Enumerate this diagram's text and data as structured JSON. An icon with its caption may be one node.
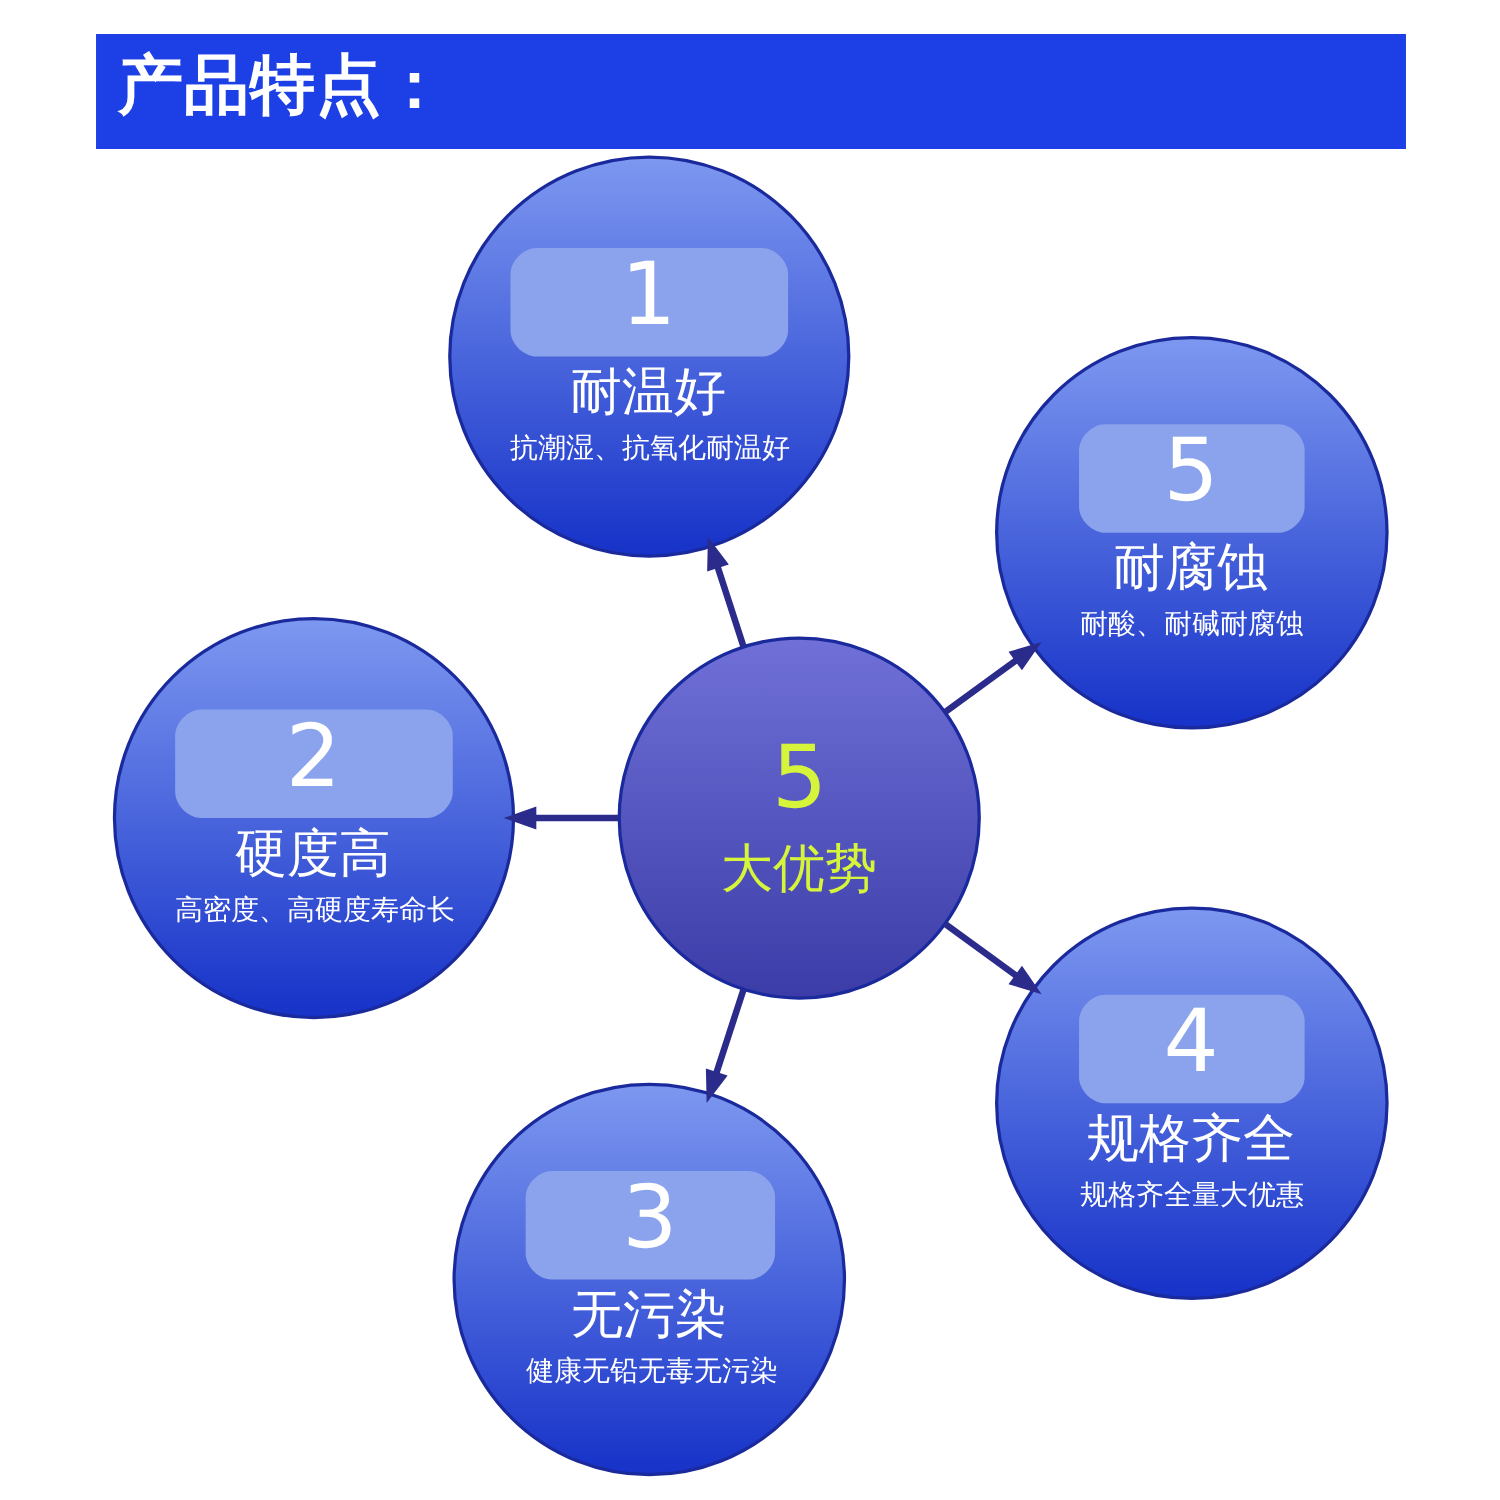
{
  "diagram": {
    "title": "产品特点：",
    "nodes": [
      {
        "text": [
          "1",
          "耐温好",
          "抗潮湿、抗氧化耐温好"
        ]
      },
      {
        "text": [
          "5",
          "耐腐蚀",
          "耐酸、耐碱耐腐蚀"
        ]
      },
      {
        "text": [
          "5",
          "大优势"
        ]
      },
      {
        "text": [
          "2",
          "硬度高",
          "高密度、高硬度寿命长"
        ]
      },
      {
        "text": [
          "4",
          "规格齐全",
          "规格齐全量大优惠"
        ]
      },
      {
        "text": [
          "3",
          "无污染",
          "健康无铅无毒无污染"
        ]
      }
    ],
    "edges": [
      {
        "from": 2,
        "to": 0,
        "arrow": "to"
      },
      {
        "from": 2,
        "to": 1,
        "arrow": "to"
      },
      {
        "from": 2,
        "to": 4,
        "arrow": "to"
      },
      {
        "from": 2,
        "to": 5,
        "arrow": "to"
      },
      {
        "from": 2,
        "to": 3,
        "arrow": "to"
      }
    ]
  }
}
